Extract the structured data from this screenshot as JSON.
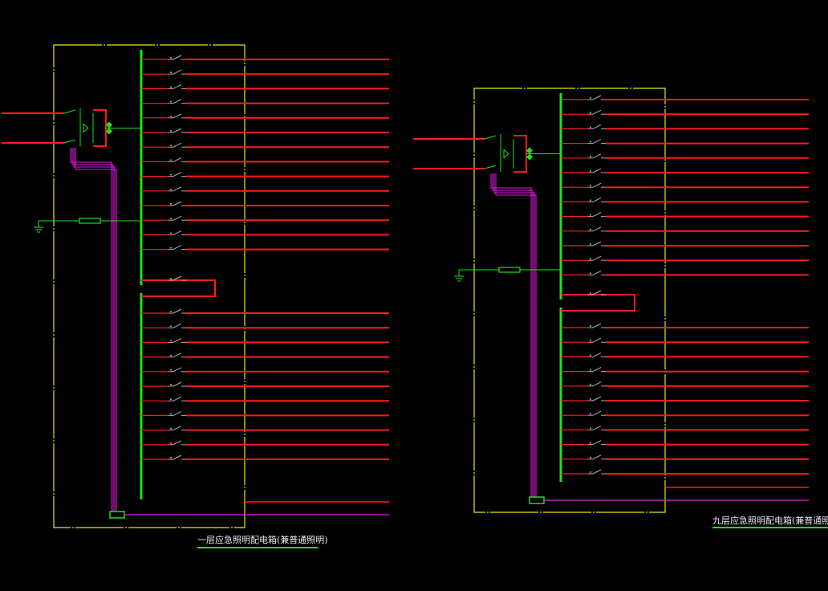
{
  "colors": {
    "background": "#000000",
    "frame": "#e6e619",
    "busbar": "#19e619",
    "circuit": "#ff1a1a",
    "control": "#e619e6",
    "breaker": "#b0b0b0",
    "caption_underline": "#19e619"
  },
  "panels": [
    {
      "id": "panel-first-floor",
      "caption": "一层应急照明配电箱(兼普通照明)",
      "outgoing_circuits_upper": 14,
      "outgoing_circuits_lower": 11,
      "icons": [
        "transfer-switch-icon",
        "ground-icon",
        "surge-protector-icon",
        "terminal-block-icon"
      ]
    },
    {
      "id": "panel-ninth-floor",
      "caption": "九层应急照明配电箱(兼普通照明)",
      "outgoing_circuits_upper": 13,
      "outgoing_circuits_lower": 11,
      "icons": [
        "transfer-switch-icon",
        "ground-icon",
        "surge-protector-icon",
        "terminal-block-icon"
      ]
    }
  ]
}
